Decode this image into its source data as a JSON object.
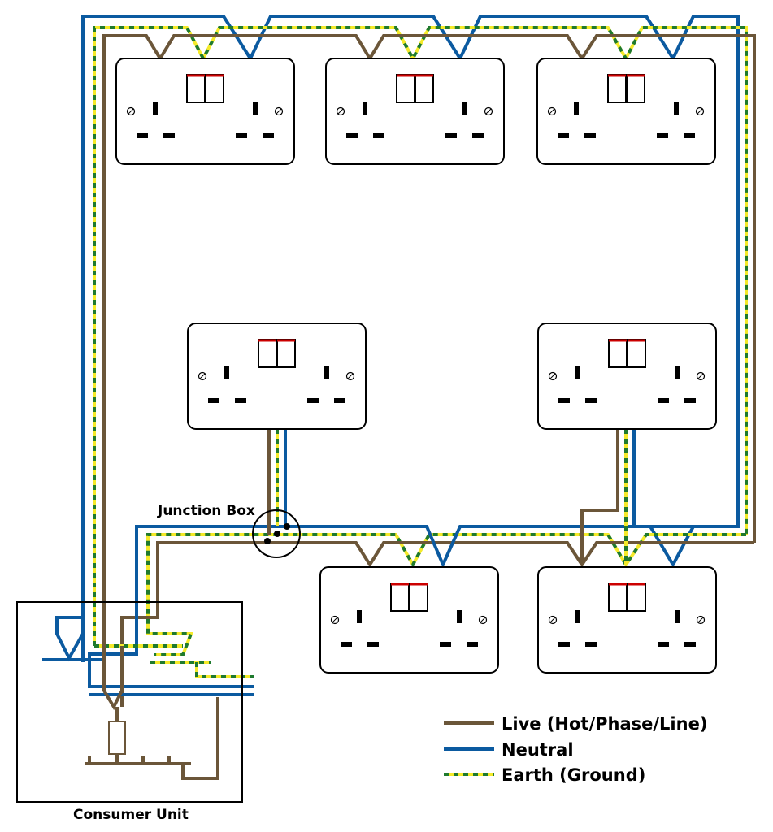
{
  "labels": {
    "junction_box": "Junction Box",
    "consumer_unit": "Consumer Unit"
  },
  "legend": [
    {
      "key": "live",
      "label": "Live (Hot/Phase/Line)"
    },
    {
      "key": "neutral",
      "label": "Neutral"
    },
    {
      "key": "earth",
      "label": "Earth (Ground)"
    }
  ],
  "colors": {
    "live": "#6b5639",
    "neutral": "#0b5aa0",
    "earth_base": "#f5ea2a",
    "earth_dash": "#1f7a2e"
  },
  "sockets": [
    {
      "name": "socket-top-left"
    },
    {
      "name": "socket-top-center"
    },
    {
      "name": "socket-top-right"
    },
    {
      "name": "socket-middle-left"
    },
    {
      "name": "socket-middle-right"
    },
    {
      "name": "socket-bottom-center"
    },
    {
      "name": "socket-bottom-right"
    }
  ]
}
